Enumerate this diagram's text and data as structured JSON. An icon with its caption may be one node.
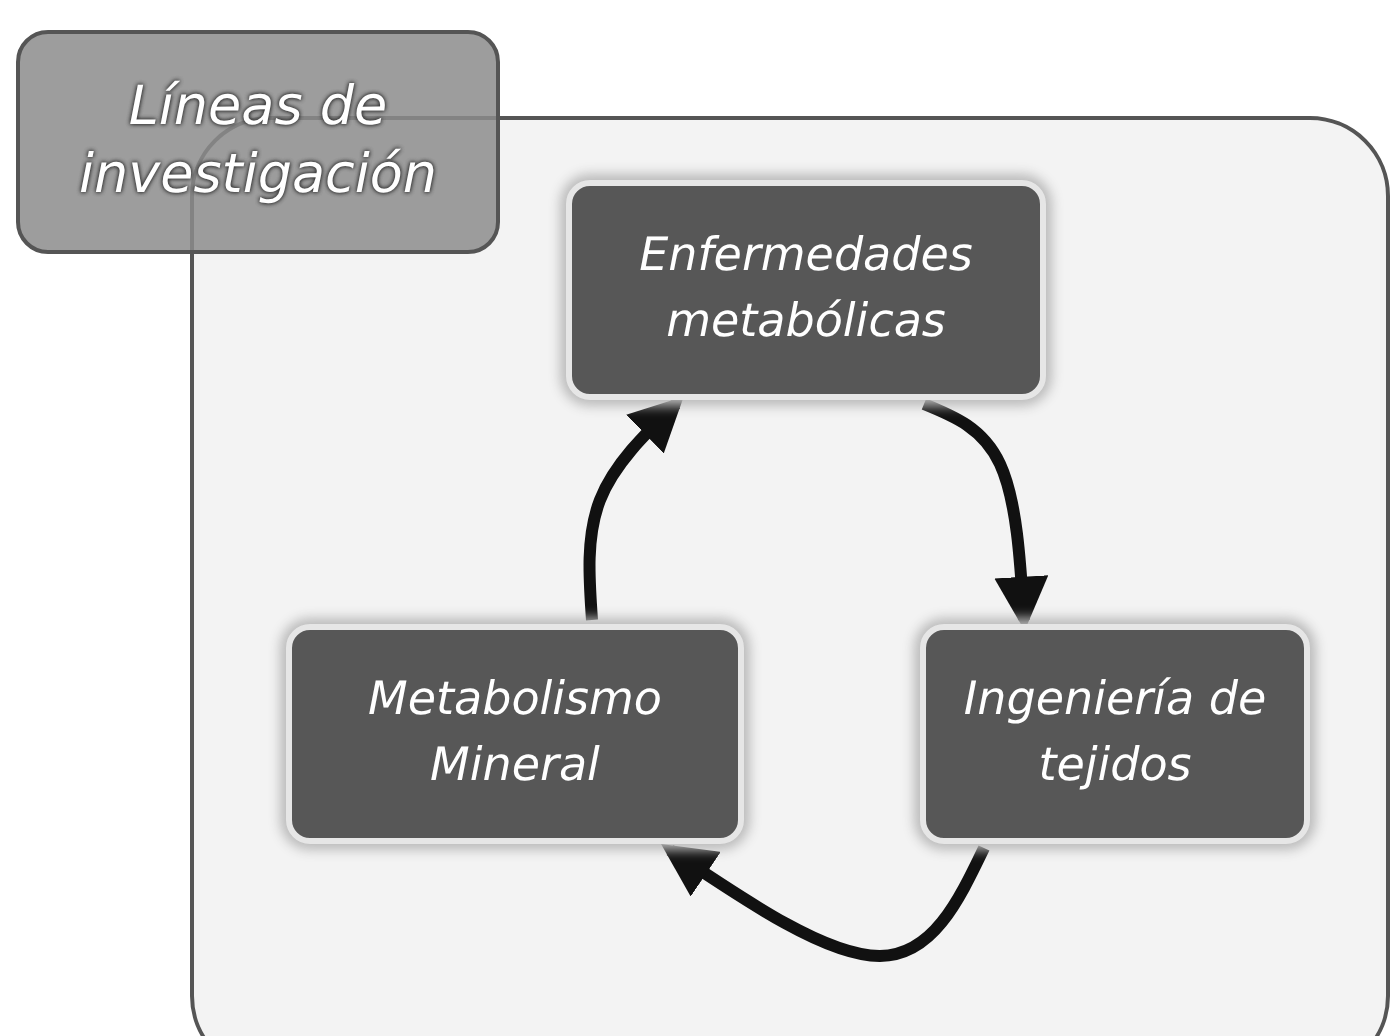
{
  "diagram": {
    "title": "Líneas de investigación",
    "nodes": [
      {
        "text": [
          "Enfermedades metabólicas"
        ]
      },
      {
        "text": [
          "Metabolismo Mineral"
        ]
      },
      {
        "text": [
          "Ingeniería de tejidos"
        ]
      }
    ],
    "edges": [
      {
        "from": 0,
        "to": 2,
        "arrow": "to"
      },
      {
        "from": 2,
        "to": 1,
        "arrow": "to"
      },
      {
        "from": 1,
        "to": 0,
        "arrow": "to"
      }
    ]
  }
}
